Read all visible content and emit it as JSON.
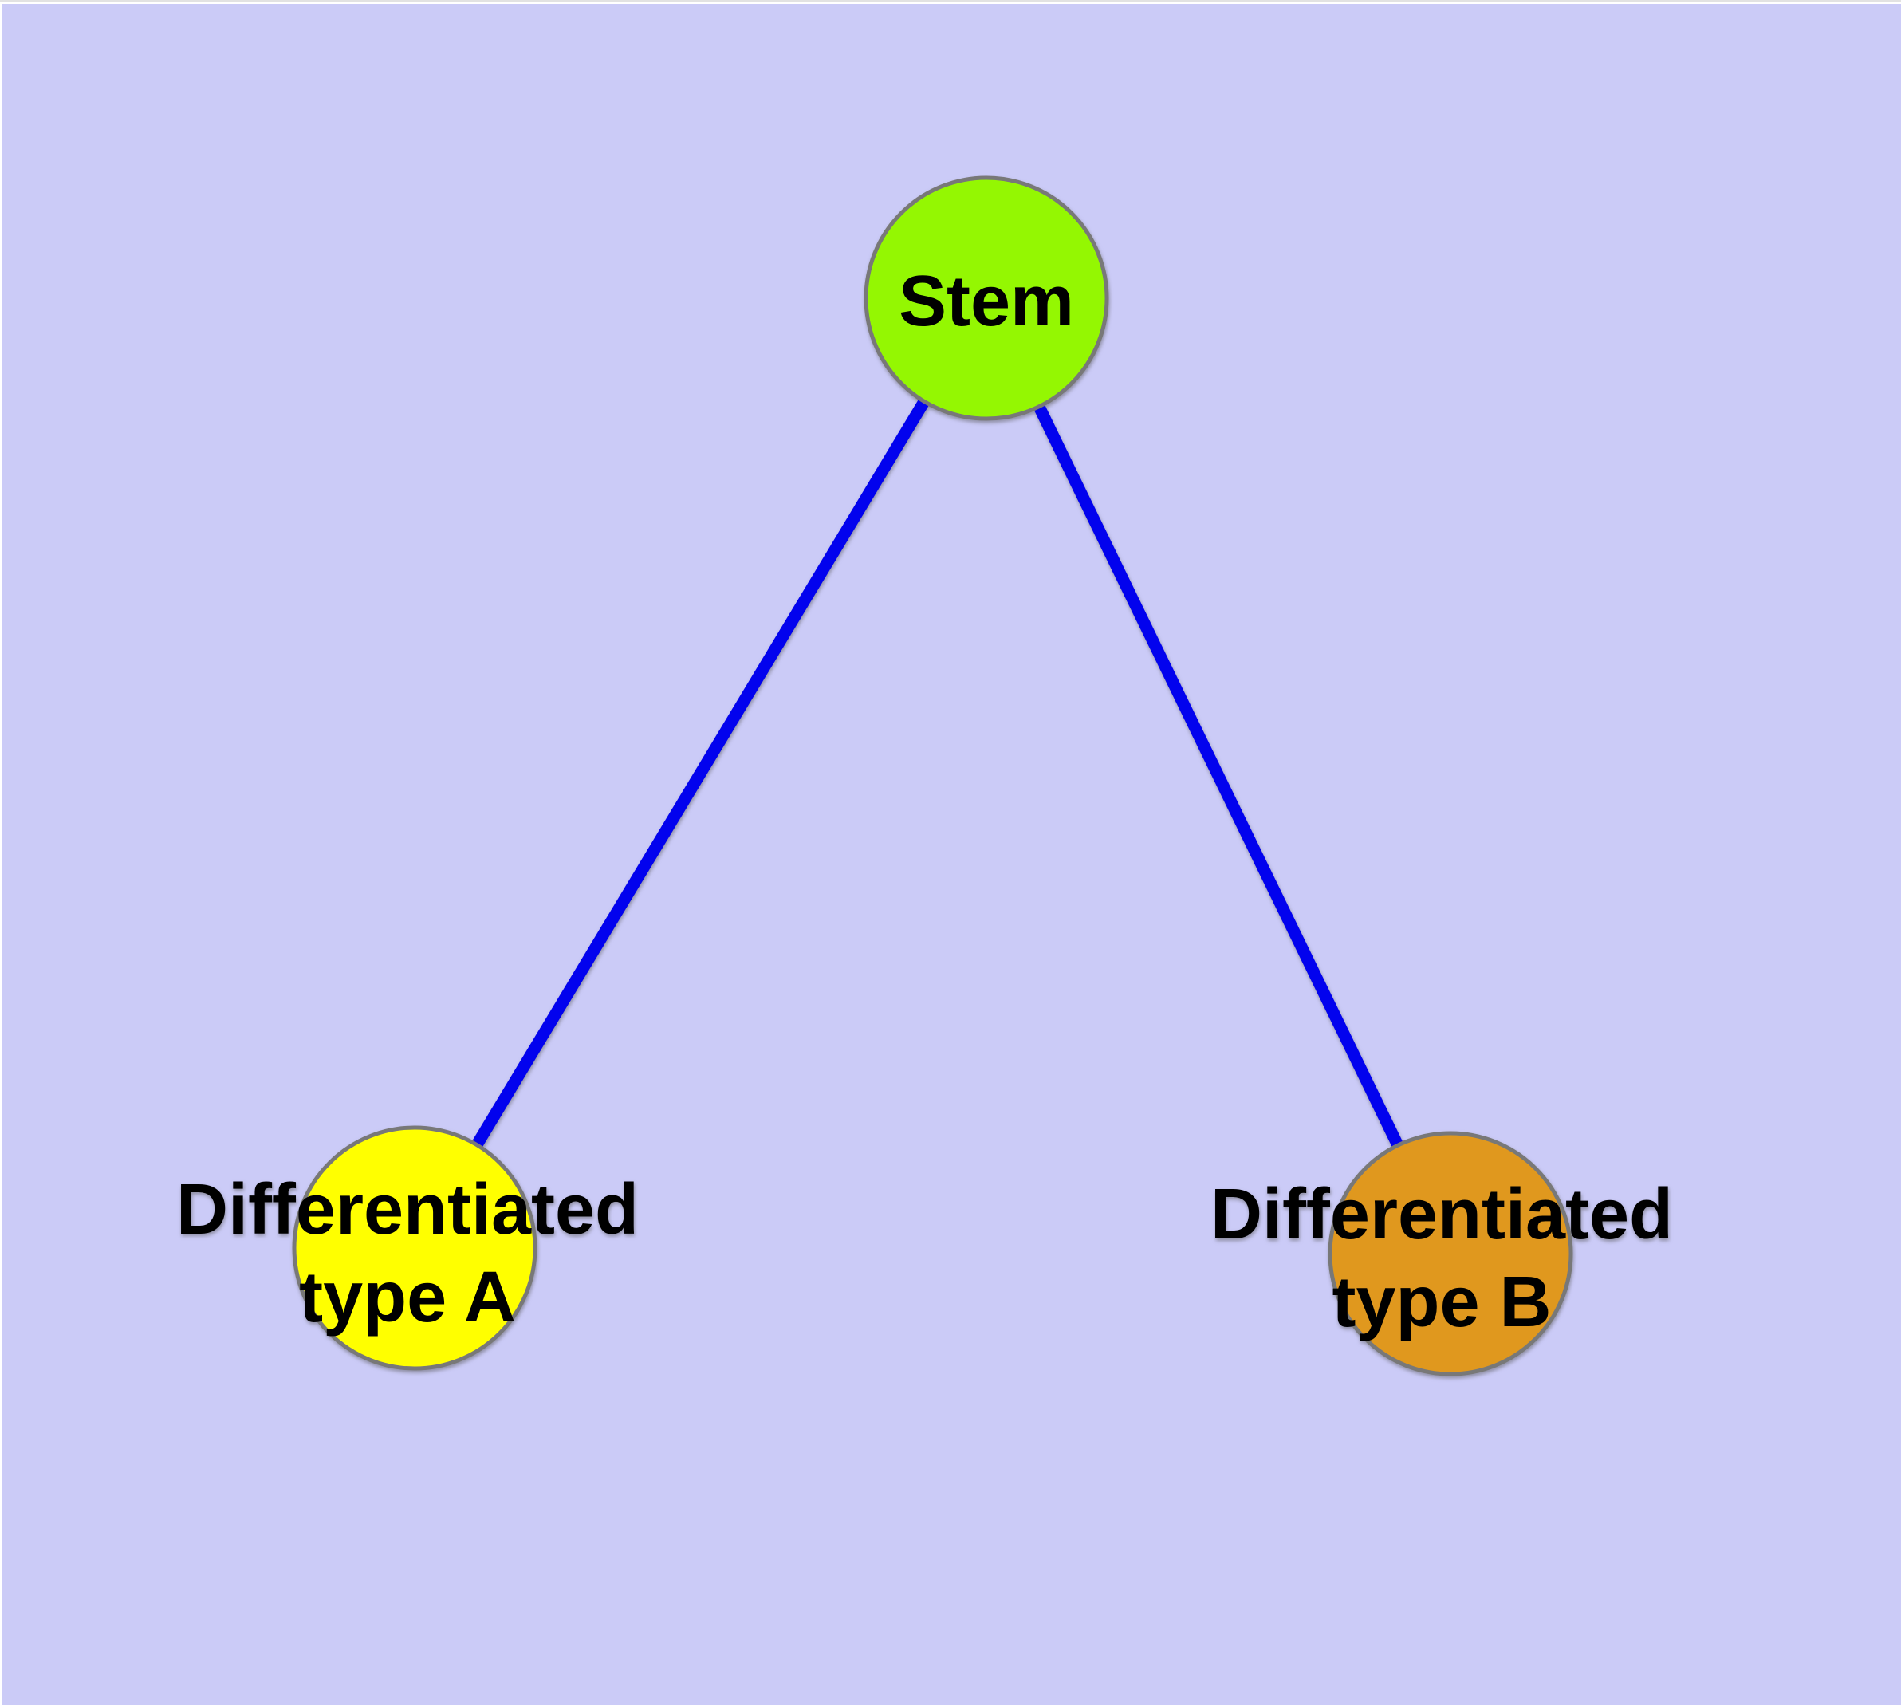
{
  "window": {
    "frame_color": "#FFFFFF",
    "top_hairline_color": "#E2E2E2"
  },
  "diagram": {
    "type": "node-link-graph",
    "background_color": "#CBCBF7",
    "edge_color": "#0202EE",
    "node_border_color": "#787878",
    "label_color": "#000000",
    "nodes": {
      "stem": {
        "label": "Stem",
        "fill": "#94F702"
      },
      "type_a": {
        "label_line1": "Differentiated",
        "label_line2": "type A",
        "fill": "#FFFF00"
      },
      "type_b": {
        "label_line1": "Differentiated",
        "label_line2": "type B",
        "fill": "#E0981E"
      }
    },
    "edges": [
      {
        "from": "stem",
        "to": "type_a"
      },
      {
        "from": "stem",
        "to": "type_b"
      }
    ]
  }
}
